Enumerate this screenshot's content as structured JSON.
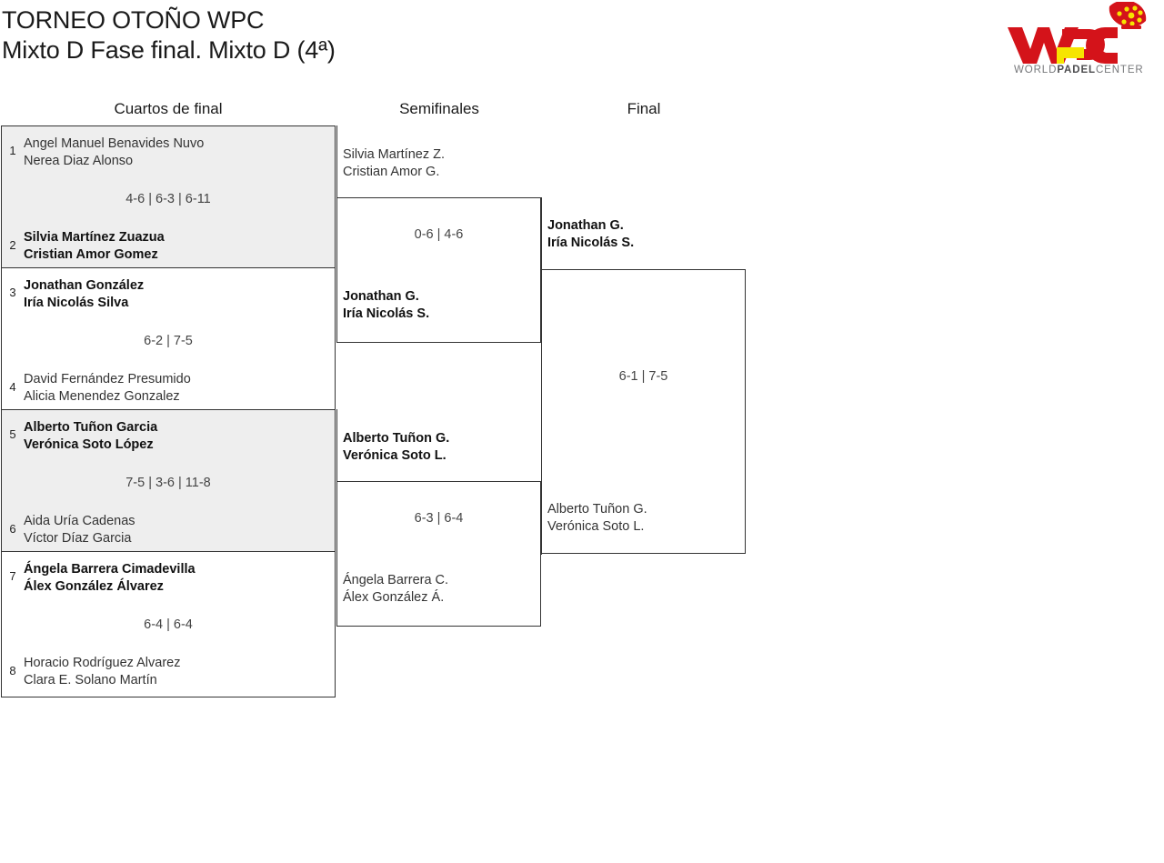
{
  "header": {
    "title_line1": "TORNEO OTOÑO WPC",
    "title_line2": "Mixto D Fase final. Mixto D (4ª)",
    "logo": {
      "wordmark": "WPC",
      "tagline_world": "WORLD",
      "tagline_padel": "PADEL",
      "tagline_center": "CENTER",
      "color_red": "#d4131a",
      "color_yellow": "#f6e500",
      "color_gray": "#77787b"
    }
  },
  "rounds": [
    {
      "id": "quarterfinals",
      "label": "Cuartos de final"
    },
    {
      "id": "semifinals",
      "label": "Semifinales"
    },
    {
      "id": "final",
      "label": "Final"
    }
  ],
  "quarterfinals": [
    {
      "score": "4-6 | 6-3 | 6-11",
      "top": {
        "seed": "1",
        "player1": "Angel Manuel Benavides Nuvo",
        "player2": "Nerea Diaz Alonso",
        "winner": false
      },
      "bottom": {
        "seed": "2",
        "player1": "Silvia Martínez Zuazua",
        "player2": "Cristian Amor Gomez",
        "winner": true
      }
    },
    {
      "score": "6-2 | 7-5",
      "top": {
        "seed": "3",
        "player1": "Jonathan González",
        "player2": "Iría Nicolás Silva",
        "winner": true
      },
      "bottom": {
        "seed": "4",
        "player1": "David Fernández Presumido",
        "player2": "Alicia Menendez Gonzalez",
        "winner": false
      }
    },
    {
      "score": "7-5 | 3-6 | 11-8",
      "top": {
        "seed": "5",
        "player1": "Alberto Tuñon Garcia",
        "player2": "Verónica Soto López",
        "winner": true
      },
      "bottom": {
        "seed": "6",
        "player1": "Aida Uría Cadenas",
        "player2": "Víctor Díaz Garcia",
        "winner": false
      }
    },
    {
      "score": "6-4 | 6-4",
      "top": {
        "seed": "7",
        "player1": "Ángela Barrera Cimadevilla",
        "player2": "Álex González Álvarez",
        "winner": true
      },
      "bottom": {
        "seed": "8",
        "player1": "Horacio Rodríguez Alvarez",
        "player2": "Clara E. Solano Martín",
        "winner": false
      }
    }
  ],
  "semifinals": [
    {
      "score": "0-6 | 4-6",
      "top": {
        "player1": "Silvia Martínez Z.",
        "player2": "Cristian Amor G.",
        "winner": false
      },
      "bottom": {
        "player1": "Jonathan G.",
        "player2": "Iría Nicolás S.",
        "winner": true
      }
    },
    {
      "score": "6-3 | 6-4",
      "top": {
        "player1": "Alberto Tuñon G.",
        "player2": "Verónica Soto L.",
        "winner": true
      },
      "bottom": {
        "player1": "Ángela Barrera C.",
        "player2": "Álex González Á.",
        "winner": false
      }
    }
  ],
  "final": {
    "score": "6-1 | 7-5",
    "top": {
      "player1": "Jonathan G.",
      "player2": "Iría Nicolás S.",
      "winner": true
    },
    "bottom": {
      "player1": "Alberto Tuñon G.",
      "player2": "Verónica Soto L.",
      "winner": false
    }
  }
}
